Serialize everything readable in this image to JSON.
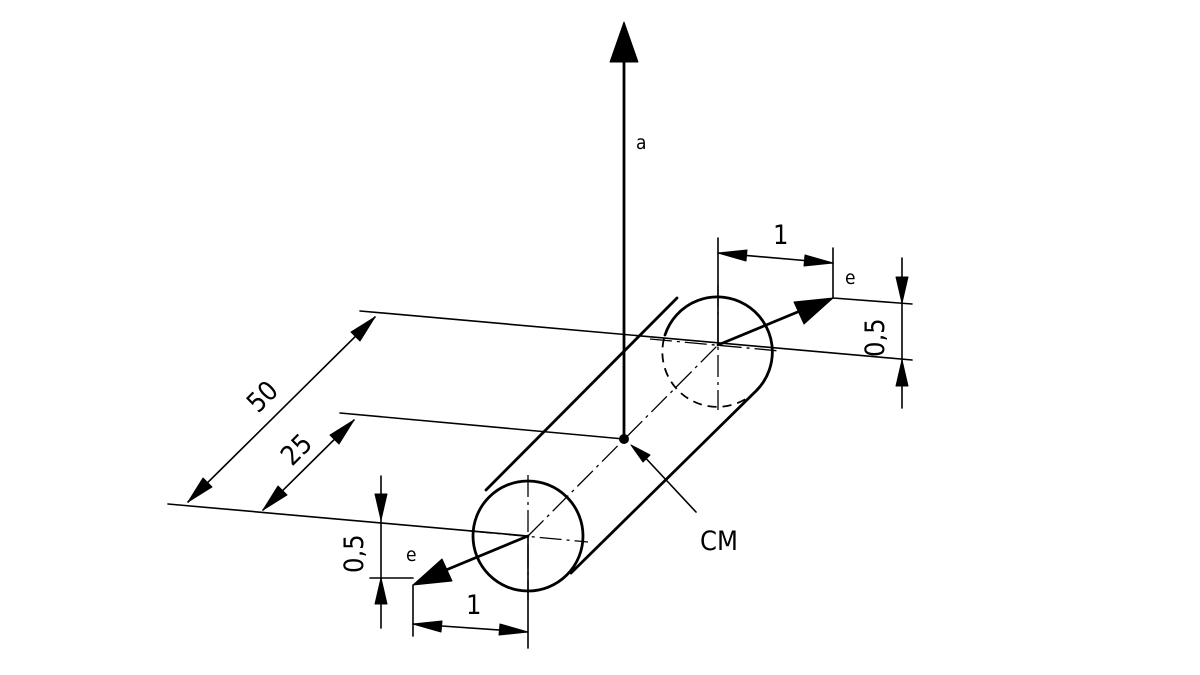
{
  "labels": {
    "acceleration": "a",
    "center_of_mass": "CM",
    "eccentricity_right": "e",
    "eccentricity_left": "e"
  },
  "dimensions": {
    "length_total": "50",
    "length_half": "25",
    "offset_top": "1",
    "offset_bottom": "1",
    "height_right": "0,5",
    "height_left": "0,5"
  }
}
